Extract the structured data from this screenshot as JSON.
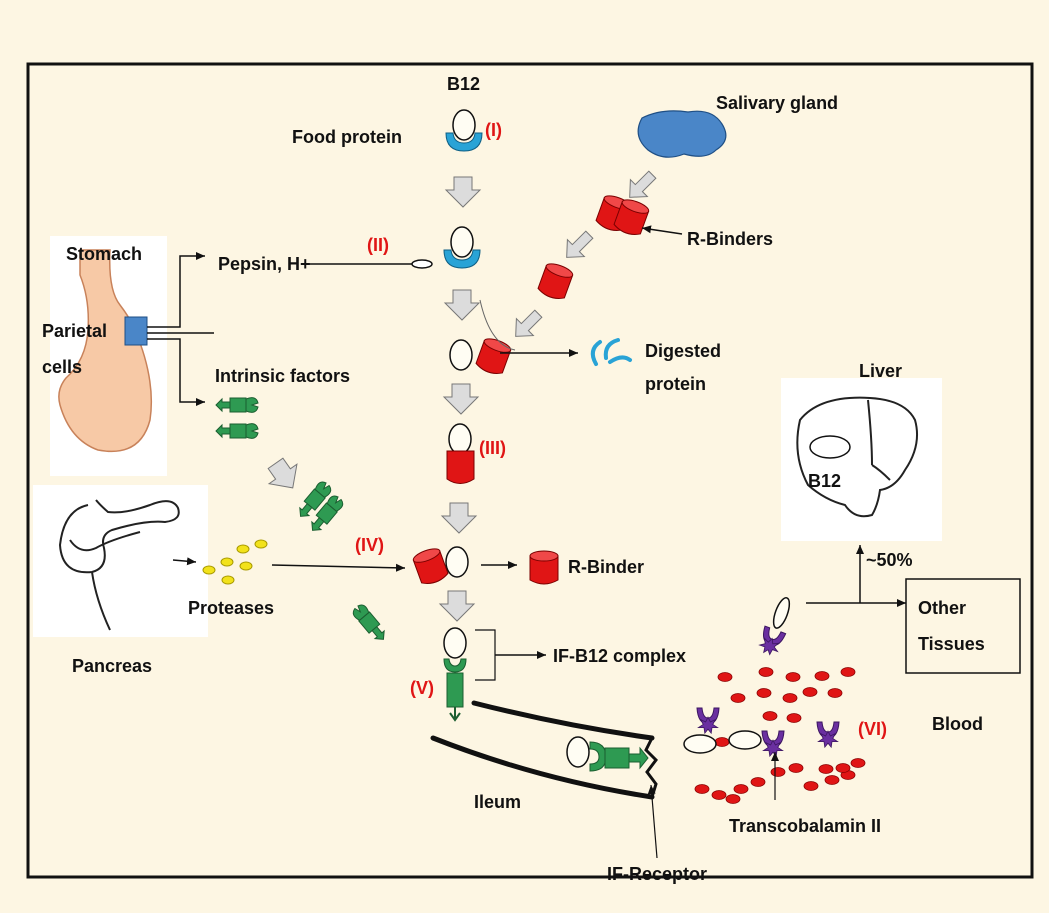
{
  "labels": {
    "b12": "B12",
    "food_protein": "Food protein",
    "salivary_gland": "Salivary gland",
    "stomach": "Stomach",
    "pepsin": "Pepsin, H+",
    "r_binders": "R-Binders",
    "parietal": "Parietal",
    "cells": "cells",
    "digested": "Digested",
    "protein": "protein",
    "intrinsic_factors": "Intrinsic factors",
    "liver": "Liver",
    "liver_b12": "B12",
    "proteases": "Proteases",
    "r_binder": "R-Binder",
    "pancreas": "Pancreas",
    "percent": "~50%",
    "other": "Other",
    "tissues": "Tissues",
    "if_b12_complex": "IF-B12 complex",
    "blood": "Blood",
    "ileum": "Ileum",
    "transcobalamin": "Transcobalamin II",
    "if_receptor": "IF-Receptor"
  },
  "steps": {
    "i": "(I)",
    "ii": "(II)",
    "iii": "(III)",
    "iv": "(IV)",
    "v": "(V)",
    "vi": "(VI)"
  },
  "colors": {
    "background": "#fdf6e3",
    "border": "#111111",
    "food_protein_binder": "#29a3d6",
    "salivary_gland": "#4a86c8",
    "r_binder": "#e01515",
    "intrinsic_factor": "#2e9a52",
    "transcobalamin": "#6a2fa0",
    "blood_cell": "#e01515",
    "protease": "#f2e21b",
    "stomach": "#f7c9a6",
    "parietal_cells": "#4a86c8",
    "step_label": "#e01515",
    "flow_arrow_fill": "#d9d9d9"
  }
}
